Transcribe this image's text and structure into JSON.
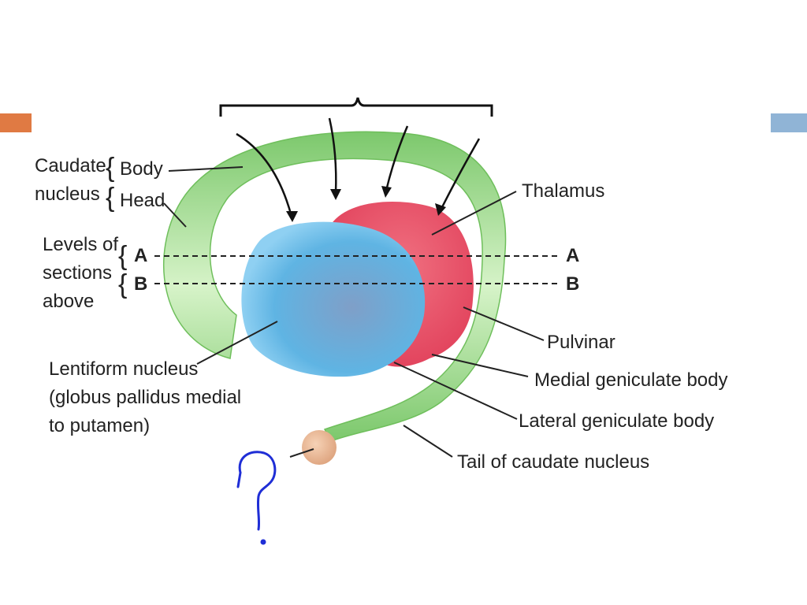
{
  "colors": {
    "accent_left": "#e07a43",
    "accent_right": "#90b4d6",
    "caudate_green": "#8fd17f",
    "lentiform_blue": "#5fb4e3",
    "thalamus_red": "#e8546a",
    "amygdala_tan": "#e8b48e",
    "ink_blue": "#1f2ed6"
  },
  "caudate": {
    "title_line1": "Caudate",
    "title_line2": "nucleus",
    "body": "Body",
    "head": "Head"
  },
  "levels": {
    "line1": "Levels of",
    "line2": "sections",
    "line3": "above",
    "a": "A",
    "b": "B"
  },
  "lentiform": {
    "line1": "Lentiform nucleus",
    "line2": "(globus pallidus medial",
    "line3": "to putamen)"
  },
  "labels": {
    "thalamus": "Thalamus",
    "pulvinar": "Pulvinar",
    "medial_geniculate": "Medial geniculate body",
    "lateral_geniculate": "Lateral geniculate body",
    "tail_caudate": "Tail of caudate nucleus"
  },
  "icons": {
    "top_brace": "curly-brace-icon",
    "handwritten_mark": "handwritten-head-question-icon"
  }
}
